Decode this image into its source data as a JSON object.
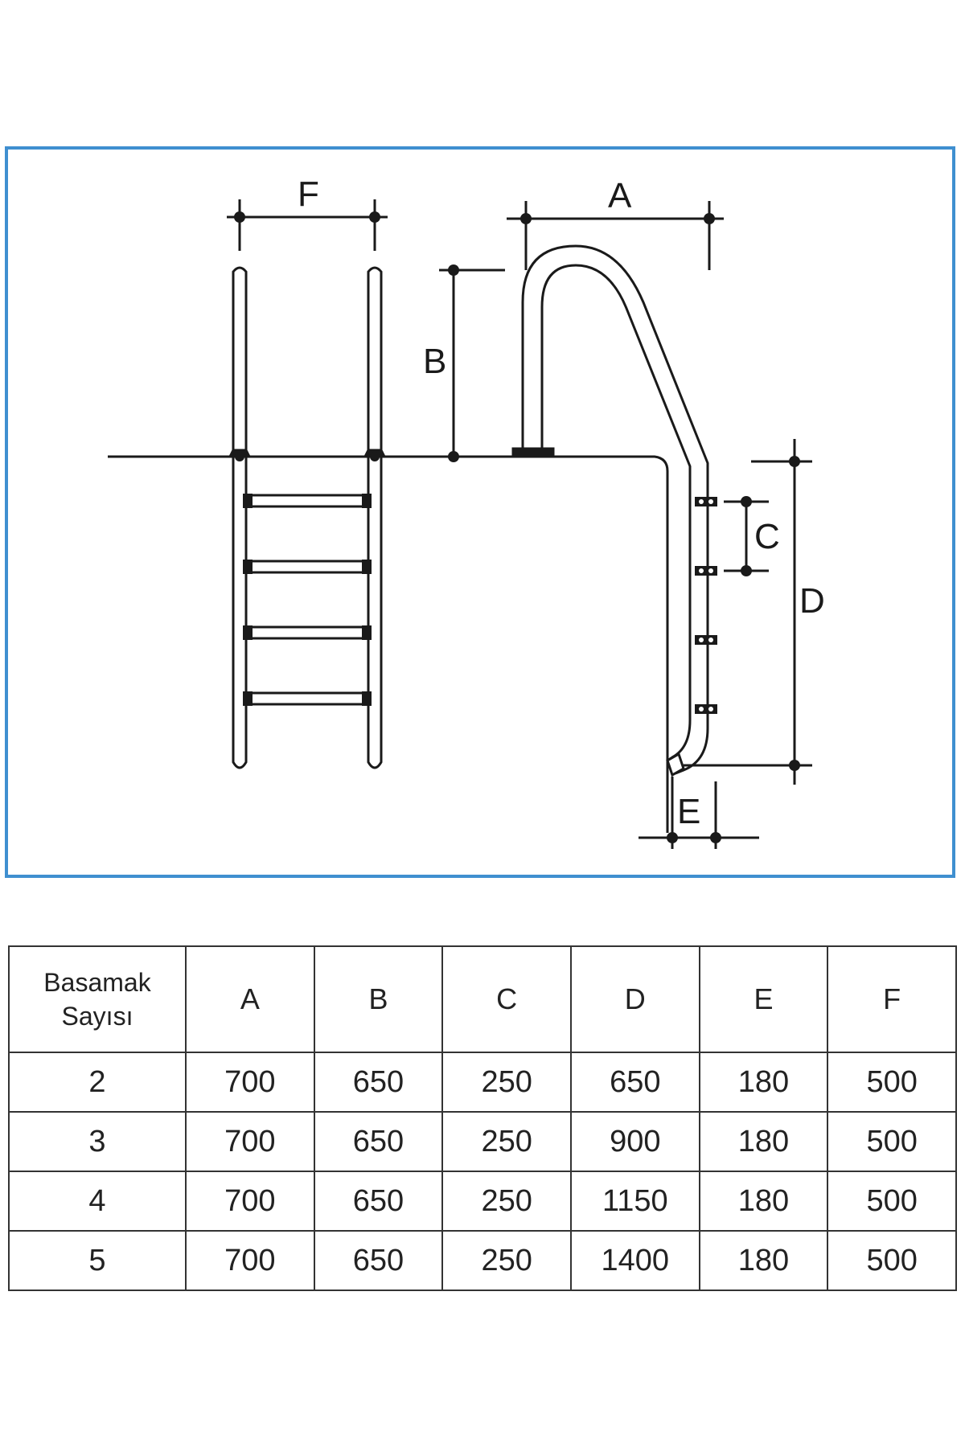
{
  "diagram": {
    "labels": {
      "a": "A",
      "b": "B",
      "c": "C",
      "d": "D",
      "e": "E",
      "f": "F"
    },
    "steps_shown": 4
  },
  "table": {
    "header": {
      "first_line1": "Basamak",
      "first_line2": "Sayısı",
      "cols": [
        "A",
        "B",
        "C",
        "D",
        "E",
        "F"
      ]
    },
    "rows": [
      [
        "2",
        "700",
        "650",
        "250",
        "650",
        "180",
        "500"
      ],
      [
        "3",
        "700",
        "650",
        "250",
        "900",
        "180",
        "500"
      ],
      [
        "4",
        "700",
        "650",
        "250",
        "1150",
        "180",
        "500"
      ],
      [
        "5",
        "700",
        "650",
        "250",
        "1400",
        "180",
        "500"
      ]
    ]
  },
  "colors": {
    "frame_border": "#3f8fd0",
    "line": "#1a1a1a"
  }
}
